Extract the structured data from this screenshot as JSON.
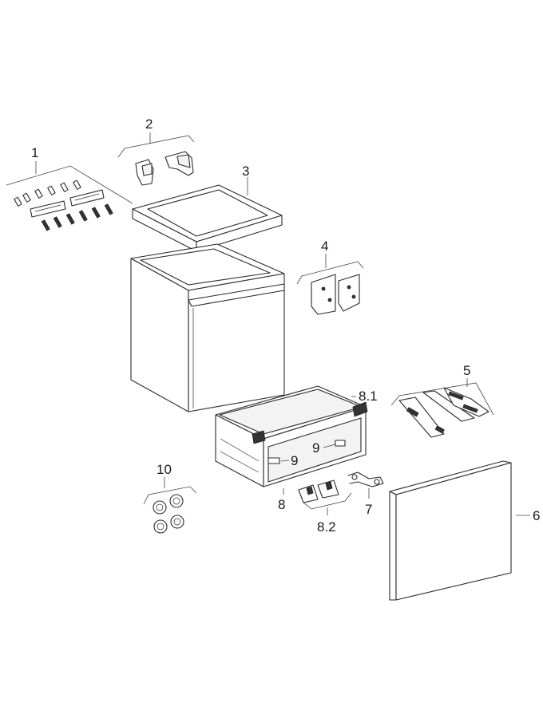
{
  "labels": {
    "p1": "1",
    "p2": "2",
    "p3": "3",
    "p4": "4",
    "p5": "5",
    "p6": "6",
    "p7": "7",
    "p8": "8",
    "p8_1": "8.1",
    "p8_2": "8.2",
    "p9a": "9",
    "p9b": "9",
    "p10": "10"
  }
}
